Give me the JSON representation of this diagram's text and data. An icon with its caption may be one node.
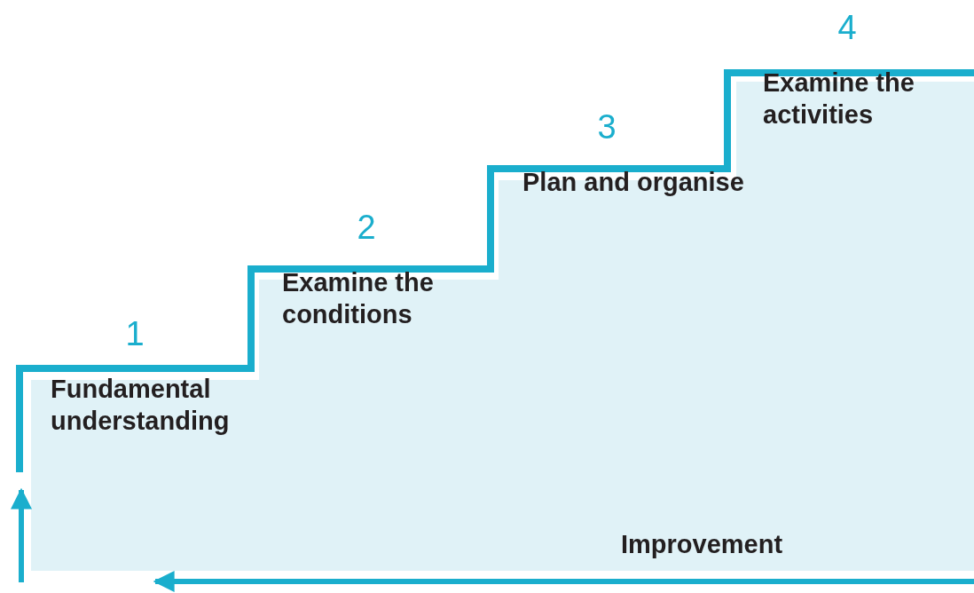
{
  "diagram": {
    "nodes": [
      {
        "text": [
          "Fundamental understanding"
        ],
        "beside": [
          "1"
        ]
      },
      {
        "text": [
          "Examine the conditions"
        ],
        "beside": [
          "2"
        ]
      },
      {
        "text": [
          "Plan and organise"
        ],
        "beside": [
          "3"
        ]
      },
      {
        "text": [
          "Examine the activities"
        ],
        "beside": [
          "4"
        ]
      }
    ],
    "labels": [
      "Improvement"
    ]
  }
}
